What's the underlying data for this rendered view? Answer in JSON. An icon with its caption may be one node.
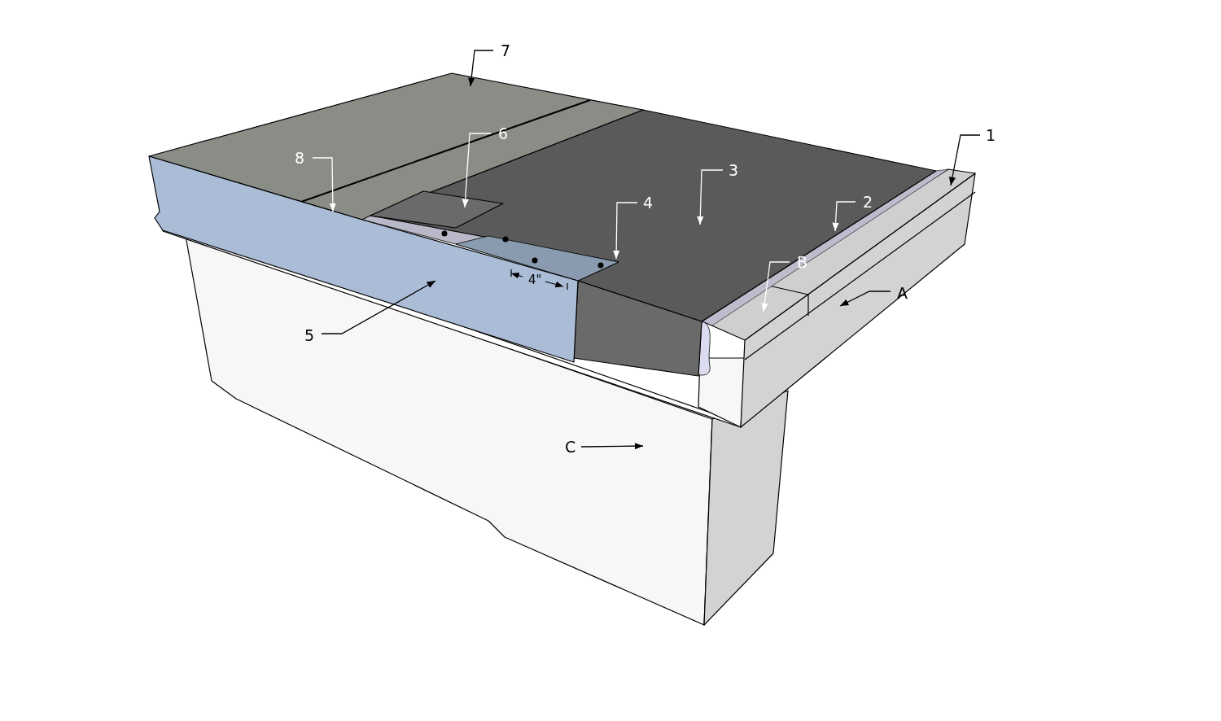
{
  "diagram": {
    "nodes": [
      {
        "text": [
          "7"
        ]
      },
      {
        "text": [
          "6"
        ]
      },
      {
        "text": [
          "8"
        ]
      },
      {
        "text": [
          "1"
        ]
      },
      {
        "text": [
          "3"
        ]
      },
      {
        "text": [
          "4"
        ]
      },
      {
        "text": [
          "2"
        ]
      },
      {
        "text": [
          "B"
        ]
      },
      {
        "text": [
          "A"
        ]
      },
      {
        "text": [
          "5"
        ]
      },
      {
        "text": [
          "C"
        ]
      }
    ],
    "edges": [
      {
        "from": 0,
        "to": null,
        "arrow": "to",
        "color": "#000000"
      },
      {
        "from": 1,
        "to": null,
        "arrow": "to"
      },
      {
        "from": 2,
        "to": null,
        "arrow": "to"
      },
      {
        "from": 3,
        "to": null,
        "arrow": "to",
        "color": "#000000"
      },
      {
        "from": 4,
        "to": null,
        "arrow": "to"
      },
      {
        "from": 5,
        "to": null,
        "arrow": "to"
      },
      {
        "from": 6,
        "to": null,
        "arrow": "to"
      },
      {
        "from": 7,
        "to": null,
        "arrow": "to"
      },
      {
        "from": 8,
        "to": null,
        "arrow": "to",
        "color": "#000000"
      },
      {
        "from": 9,
        "to": null,
        "arrow": "to",
        "color": "#000000"
      },
      {
        "from": 10,
        "to": null,
        "arrow": "to",
        "color": "#000000"
      }
    ],
    "labels": [
      "4\""
    ]
  }
}
